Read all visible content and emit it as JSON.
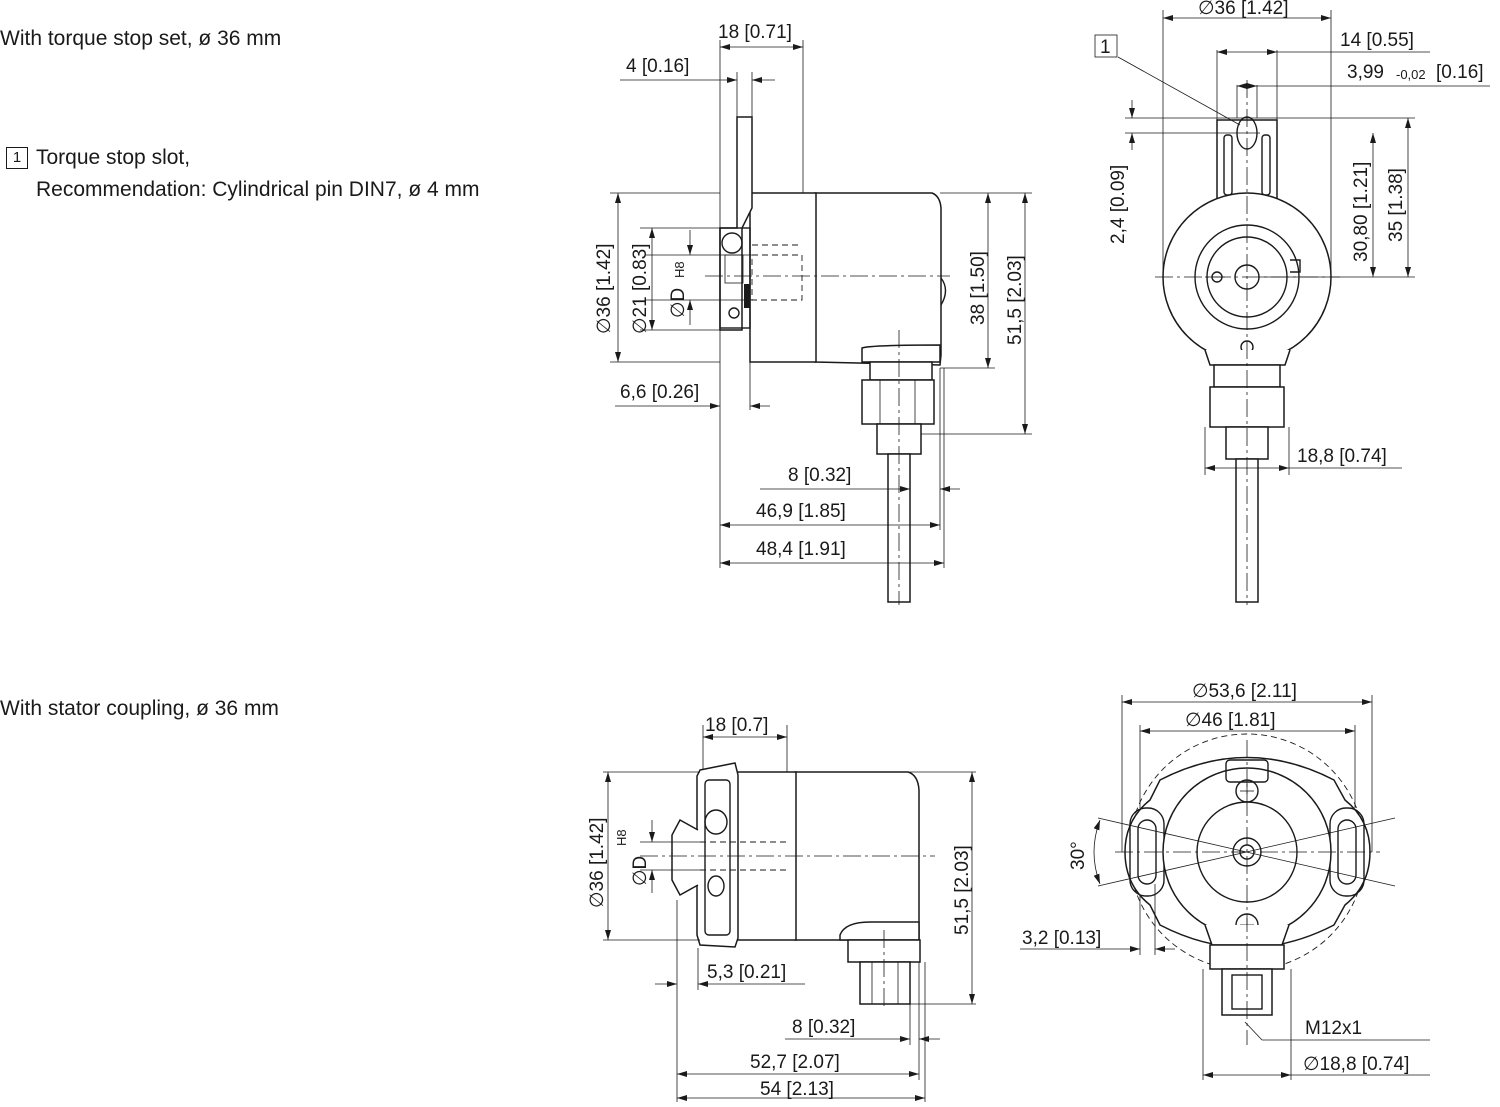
{
  "sections": {
    "torque_stop": {
      "heading": "With torque stop set, ø 36 mm"
    },
    "legend": {
      "marker": "1",
      "line1": "Torque stop slot,",
      "line2": "Recommendation: Cylindrical pin DIN7, ø 4 mm"
    },
    "stator": {
      "heading": "With stator coupling, ø 36 mm"
    }
  },
  "dims": {
    "top_side": {
      "d18": "18 [0.71]",
      "d4": "4 [0.16]",
      "dia36": "∅36 [1.42]",
      "dia21": "∅21 [0.83]",
      "diaD": "∅D",
      "h8": "H8",
      "d38": "38 [1.50]",
      "d515": "51,5 [2.03]",
      "d66": "6,6 [0.26]",
      "d8": "8 [0.32]",
      "d469": "46,9 [1.85]",
      "d484": "48,4 [1.91]"
    },
    "top_front": {
      "dia36": "∅36 [1.42]",
      "marker": "1",
      "d14": "14 [0.55]",
      "d399": "3,99",
      "tol": "-0,02",
      "d399b": "[0.16]",
      "d24": "2,4 [0.09]",
      "d3080": "30,80 [1.21]",
      "d35": "35 [1.38]",
      "d188": "18,8 [0.74]"
    },
    "bot_side": {
      "d18": "18 [0.7]",
      "dia36": "∅36 [1.42]",
      "diaD": "∅D",
      "h8": "H8",
      "d515": "51,5 [2.03]",
      "d53": "5,3 [0.21]",
      "d8": "8 [0.32]",
      "d527": "52,7 [2.07]",
      "d54": "54 [2.13]"
    },
    "bot_front": {
      "dia536": "∅53,6 [2.11]",
      "dia46": "∅46 [1.81]",
      "ang30": "30°",
      "d32": "3,2 [0.13]",
      "m12": "M12x1",
      "dia188": "∅18,8 [0.74]"
    }
  }
}
